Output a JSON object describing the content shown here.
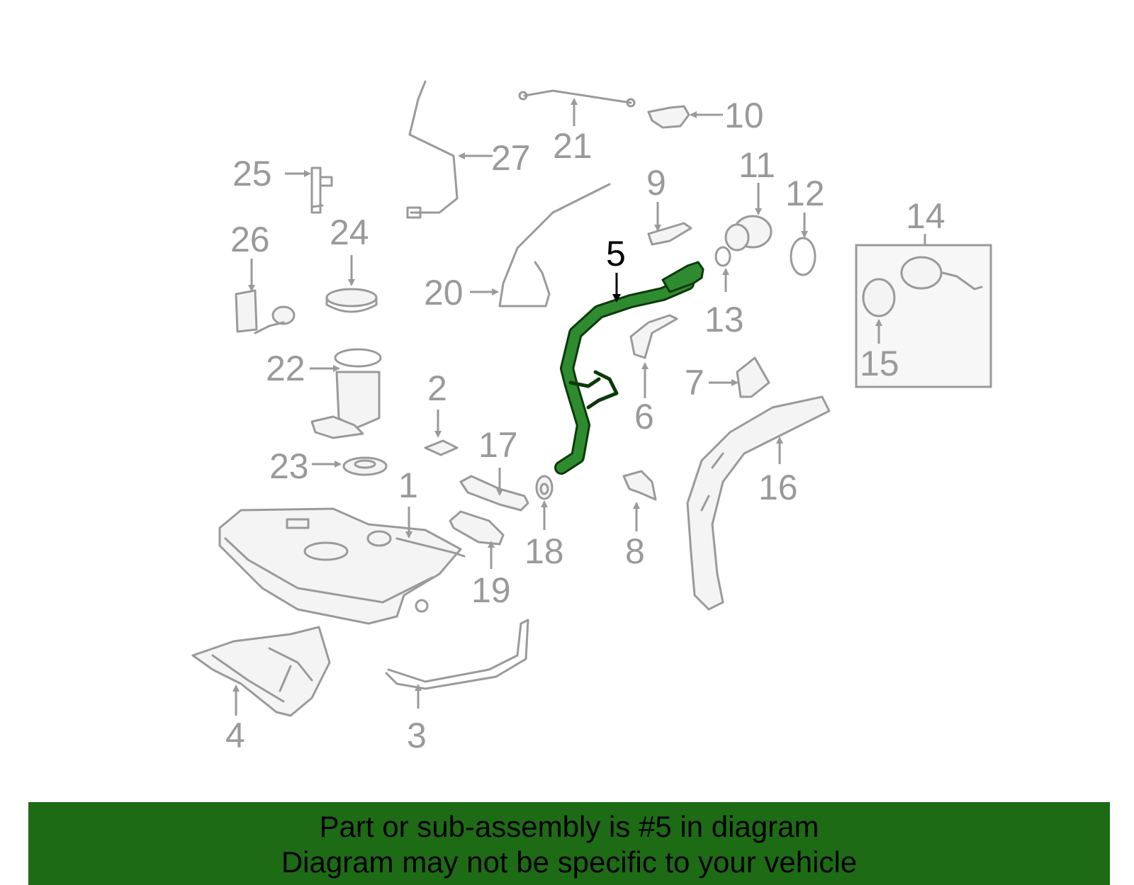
{
  "callouts": {
    "c1": "1",
    "c2": "2",
    "c3": "3",
    "c4": "4",
    "c5": "5",
    "c6": "6",
    "c7": "7",
    "c8": "8",
    "c9": "9",
    "c10": "10",
    "c11": "11",
    "c12": "12",
    "c13": "13",
    "c14": "14",
    "c15": "15",
    "c16": "16",
    "c17": "17",
    "c18": "18",
    "c19": "19",
    "c20": "20",
    "c21": "21",
    "c22": "22",
    "c23": "23",
    "c24": "24",
    "c25": "25",
    "c26": "26",
    "c27": "27"
  },
  "highlighted_part": "5",
  "colors": {
    "highlight": "#2f8b2f",
    "footer_bg": "#1e6b16",
    "parts": "#9a9a9a"
  },
  "footer": {
    "line1": "Part or sub-assembly is #5 in diagram",
    "line2": "Diagram may not be specific to your vehicle"
  }
}
